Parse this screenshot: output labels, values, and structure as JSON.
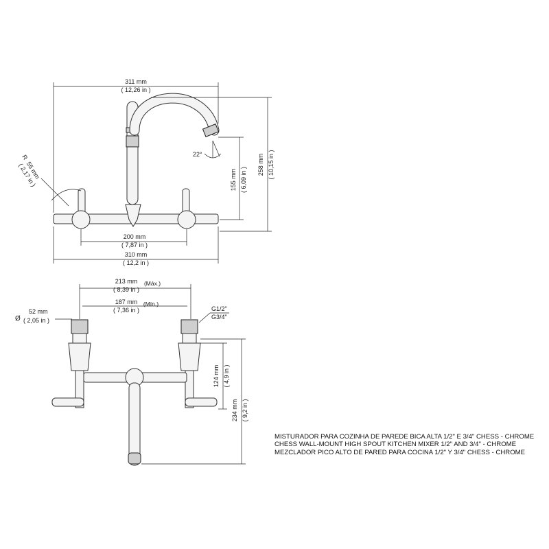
{
  "top_view": {
    "width_overall_mm": "311 mm",
    "width_overall_in": "( 12,26 in )",
    "radius_prefix": "R",
    "radius_mm": "55 mm",
    "radius_in": "( 2,17 in )",
    "spout_angle": "22°",
    "spout_drop_mm": "155 mm",
    "spout_drop_in": "( 6,09 in )",
    "height_mm": "258 mm",
    "height_in": "( 10,15 in )",
    "centers_mm": "200 mm",
    "centers_in": "( 7,87 in )",
    "base_width_mm": "310 mm",
    "base_width_in": "( 12,2 in )"
  },
  "front_view": {
    "max_centers_mm": "213 mm",
    "max_label": "(Máx.)",
    "max_centers_in": "( 8,39 in )",
    "min_centers_mm": "187 mm",
    "min_label": "(Mín.)",
    "min_centers_in": "( 7,36 in )",
    "diameter_symbol": "Ø",
    "diameter_mm": "52 mm",
    "diameter_in": "( 2,05 in )",
    "thread_1": "G1/2\"",
    "thread_2": "G3/4\"",
    "depth_mm": "124 mm",
    "depth_in": "( 4,9 in )",
    "total_mm": "234 mm",
    "total_in": "( 9,2 in )"
  },
  "caption": {
    "line_pt": "MISTURADOR PARA COZINHA DE PAREDE BICA ALTA 1/2\" E 3/4\" CHESS - CHROME",
    "line_en": "CHESS WALL-MOUNT HIGH SPOUT KITCHEN MIXER 1/2\" AND 3/4\" - CHROME",
    "line_es": "MEZCLADOR PICO ALTO DE PARED PARA COCINA 1/2\" Y 3/4\" CHESS - CHROME"
  }
}
